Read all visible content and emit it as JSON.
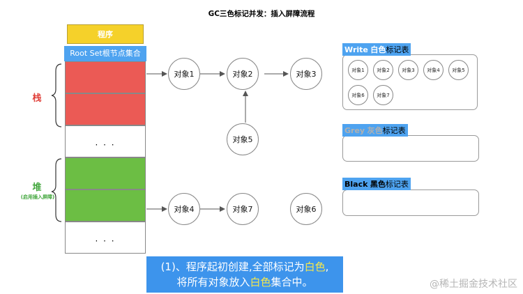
{
  "title": "GC三色标记并发：插入屏障流程",
  "program_label": "程序",
  "root_set_label": "Root Set根节点集合",
  "stack_label": "栈",
  "heap_label": "堆",
  "heap_sublabel": "(启用插入屏障)",
  "ellipsis": "· · ·",
  "nodes": {
    "n1": "对象1",
    "n2": "对象2",
    "n3": "对象3",
    "n4": "对象4",
    "n5": "对象5",
    "n6": "对象6",
    "n7": "对象7"
  },
  "white_table": {
    "title_prefix": "Write",
    "title_color": "白色",
    "title_suffix": "标记表",
    "items": [
      "对象1",
      "对象2",
      "对象3",
      "对象4",
      "对象5",
      "对象6",
      "对象7"
    ]
  },
  "grey_table": {
    "title_prefix": "Grey",
    "title_color": "灰色",
    "title_suffix": "标记表"
  },
  "black_table": {
    "title_prefix": "Black",
    "title_color": "黑色",
    "title_suffix": "标记表"
  },
  "caption": {
    "line1_a": "(1)、程序起初创建,全部标记为",
    "line1_hl": "白色",
    "line1_b": ",",
    "line2_a": "将所有对象放入",
    "line2_hl": "白色",
    "line2_b": "集合中。"
  },
  "watermark": "@稀土掘金技术社区",
  "colors": {
    "program": "#f5d12a",
    "root_set": "#4ea3f0",
    "stack": "#eb5a55",
    "heap": "#6cbe44",
    "stack_label": "#e0403a",
    "heap_label": "#3fa53a",
    "caption_bg": "#3d94ec",
    "highlight": "#f8e84a",
    "grey": "#b0b0b0"
  }
}
